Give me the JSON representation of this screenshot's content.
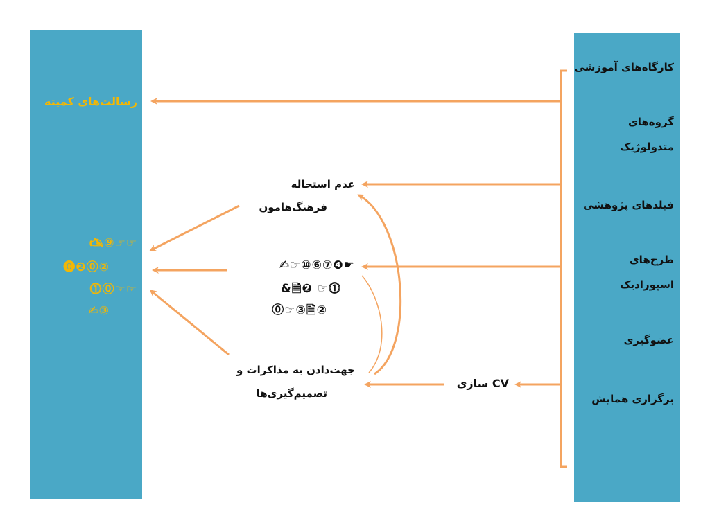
{
  "colors": {
    "panel": "#4aa8c6",
    "arrow": "#f4a460",
    "accent_text": "#f2b705",
    "text": "#111111"
  },
  "left_panel": {
    "title": "رسالت‌های کمیته",
    "symbols": [
      "🖎⑨☞☞",
      "⓿❷⓪②",
      "⓵⓪☞☞",
      "✍③"
    ]
  },
  "right_panel": {
    "items": [
      "کارگاه‌های آموزشی",
      "گروه‌های",
      "متدولوژیک",
      "فیلدهای پژوهشی",
      "طرح‌های",
      "اسپورادیک",
      "عضوگیری",
      "برگزاری  همایش"
    ]
  },
  "middle": {
    "node1_line1": "عدم استحاله",
    "node1_line2": "فرهنگ‌هامون",
    "node2_lines": [
      "✍☞⑩⑥⑦❹☛",
      "&🗎❷   ☞⓵",
      "⓪☞③🗎②"
    ],
    "node3_line1": "جهت‌دادن به مذاکرات و",
    "node3_line2": "تصمیم‌گیری‌ها",
    "cv_label": "CV سازی"
  }
}
